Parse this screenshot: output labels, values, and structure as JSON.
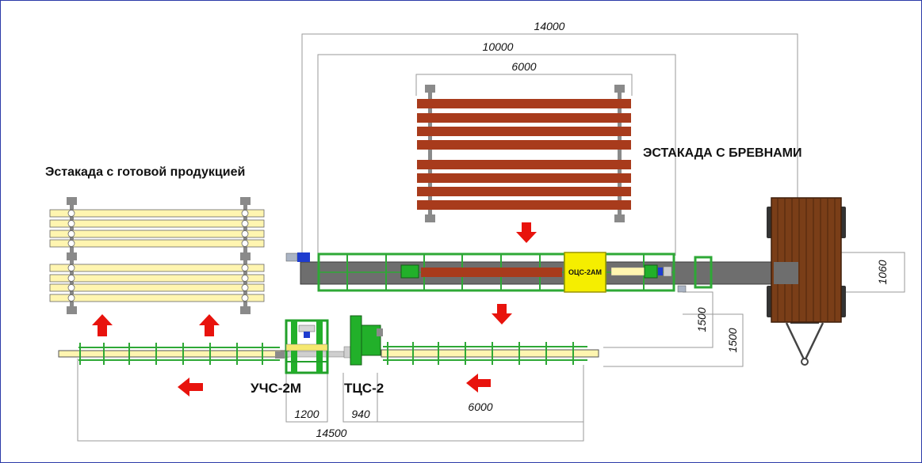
{
  "labels": {
    "finished_products_rack": "Эстакада с готовой продукцией",
    "log_rack": "ЭСТАКАДА С БРЕВНАМИ",
    "machine_ucs": "УЧС-2М",
    "machine_tcs": "ТЦС-2",
    "machine_ocs": "ОЦС-2АМ"
  },
  "dimensions": {
    "overall_length": "14000",
    "rack_outer": "10000",
    "rack_width": "6000",
    "trailer_height": "1060",
    "offset_a": "1500",
    "offset_b": "1500",
    "ucs_width": "1200",
    "tcs_width": "940",
    "conveyor_length": "6000",
    "lower_length": "14500"
  },
  "colors": {
    "outline": "#2b3aa8",
    "log": "#a83b1c",
    "conveyor_frame": "#2ea836",
    "machine_green": "#22b02a",
    "ocs_yellow": "#f5ee00",
    "board_fill": "#fff5b0",
    "arrow_red": "#e8130d",
    "belt_gray": "#6e6e6e",
    "wood": "#7a3e18",
    "bracket_gray": "#8a8a8a",
    "blue_block": "#1e3ccf"
  }
}
